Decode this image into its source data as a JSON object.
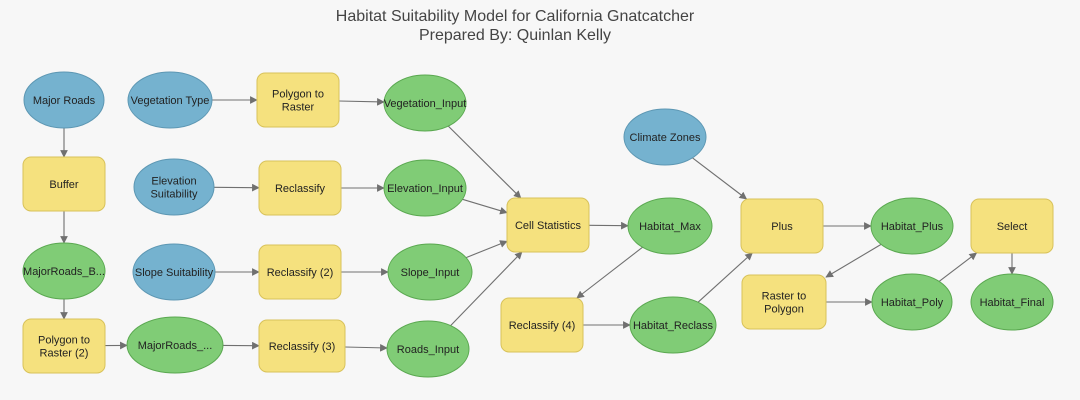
{
  "diagram": {
    "title_line1": "Habitat Suitability Model for California Gnatcatcher",
    "title_line2": "Prepared By: Quinlan Kelly",
    "colors": {
      "input_data": "#75b2cf",
      "tool": "#f5e17e",
      "tool_border": "#d8c25a",
      "derived_data": "#80cc76",
      "derived_border": "#5aa850",
      "input_border": "#5d97b3",
      "edge": "#707070",
      "background": "#f7f7f7"
    },
    "nodes": [
      {
        "id": "major_roads",
        "label": "Major Roads",
        "kind": "input"
      },
      {
        "id": "buffer",
        "label": "Buffer",
        "kind": "tool"
      },
      {
        "id": "majorroads_b",
        "label": "MajorRoads_B...",
        "kind": "derived"
      },
      {
        "id": "polygon_to_raster_2",
        "label": "Polygon to\nRaster (2)",
        "kind": "tool"
      },
      {
        "id": "majorroads_dots",
        "label": "MajorRoads_...",
        "kind": "derived"
      },
      {
        "id": "reclassify_3",
        "label": "Reclassify (3)",
        "kind": "tool"
      },
      {
        "id": "roads_input",
        "label": "Roads_Input",
        "kind": "derived"
      },
      {
        "id": "vegetation_type",
        "label": "Vegetation Type",
        "kind": "input"
      },
      {
        "id": "polygon_to_raster",
        "label": "Polygon to\nRaster",
        "kind": "tool"
      },
      {
        "id": "vegetation_input",
        "label": "Vegetation_Input",
        "kind": "derived"
      },
      {
        "id": "elevation_suitability",
        "label": "Elevation\nSuitability",
        "kind": "input"
      },
      {
        "id": "reclassify",
        "label": "Reclassify",
        "kind": "tool"
      },
      {
        "id": "elevation_input",
        "label": "Elevation_Input",
        "kind": "derived"
      },
      {
        "id": "slope_suitability",
        "label": "Slope Suitability",
        "kind": "input"
      },
      {
        "id": "reclassify_2",
        "label": "Reclassify (2)",
        "kind": "tool"
      },
      {
        "id": "slope_input",
        "label": "Slope_Input",
        "kind": "derived"
      },
      {
        "id": "cell_statistics",
        "label": "Cell Statistics",
        "kind": "tool"
      },
      {
        "id": "habitat_max",
        "label": "Habitat_Max",
        "kind": "derived"
      },
      {
        "id": "reclassify_4",
        "label": "Reclassify (4)",
        "kind": "tool"
      },
      {
        "id": "habitat_reclass",
        "label": "Habitat_Reclass",
        "kind": "derived"
      },
      {
        "id": "climate_zones",
        "label": "Climate Zones",
        "kind": "input"
      },
      {
        "id": "plus",
        "label": "Plus",
        "kind": "tool"
      },
      {
        "id": "habitat_plus",
        "label": "Habitat_Plus",
        "kind": "derived"
      },
      {
        "id": "raster_to_polygon",
        "label": "Raster to\nPolygon",
        "kind": "tool"
      },
      {
        "id": "habitat_poly",
        "label": "Habitat_Poly",
        "kind": "derived"
      },
      {
        "id": "select",
        "label": "Select",
        "kind": "tool"
      },
      {
        "id": "habitat_final",
        "label": "Habitat_Final",
        "kind": "derived"
      }
    ],
    "edges": [
      [
        "major_roads",
        "buffer"
      ],
      [
        "buffer",
        "majorroads_b"
      ],
      [
        "majorroads_b",
        "polygon_to_raster_2"
      ],
      [
        "polygon_to_raster_2",
        "majorroads_dots"
      ],
      [
        "majorroads_dots",
        "reclassify_3"
      ],
      [
        "reclassify_3",
        "roads_input"
      ],
      [
        "vegetation_type",
        "polygon_to_raster"
      ],
      [
        "polygon_to_raster",
        "vegetation_input"
      ],
      [
        "elevation_suitability",
        "reclassify"
      ],
      [
        "reclassify",
        "elevation_input"
      ],
      [
        "slope_suitability",
        "reclassify_2"
      ],
      [
        "reclassify_2",
        "slope_input"
      ],
      [
        "vegetation_input",
        "cell_statistics"
      ],
      [
        "elevation_input",
        "cell_statistics"
      ],
      [
        "slope_input",
        "cell_statistics"
      ],
      [
        "roads_input",
        "cell_statistics"
      ],
      [
        "cell_statistics",
        "habitat_max"
      ],
      [
        "habitat_max",
        "reclassify_4"
      ],
      [
        "reclassify_4",
        "habitat_reclass"
      ],
      [
        "habitat_reclass",
        "plus"
      ],
      [
        "climate_zones",
        "plus"
      ],
      [
        "plus",
        "habitat_plus"
      ],
      [
        "habitat_plus",
        "raster_to_polygon"
      ],
      [
        "raster_to_polygon",
        "habitat_poly"
      ],
      [
        "habitat_poly",
        "select"
      ],
      [
        "select",
        "habitat_final"
      ]
    ]
  }
}
